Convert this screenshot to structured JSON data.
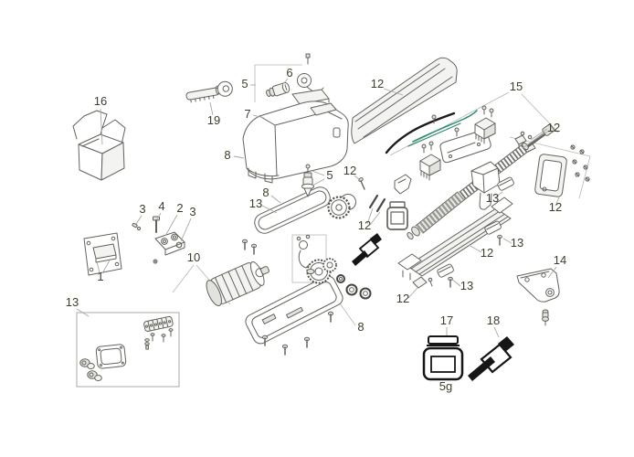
{
  "diagram": {
    "kind": "exploded-parts-diagram",
    "colors": {
      "background": "#ffffff",
      "line_art": "#63635c",
      "label_text": "#3e3e2d",
      "leader_line": "#a8a8a2",
      "dark_parts": "#161616",
      "wire_black": "#1c1c1c",
      "wire_green": "#2d8a73"
    },
    "callouts": [
      {
        "ref": "part-16-carton-box",
        "text": "16"
      },
      {
        "ref": "part-19-release-key",
        "text": "19"
      },
      {
        "ref": "part-5-lock-assembly",
        "text": "5"
      },
      {
        "ref": "part-6-lock-cylinder",
        "text": "6"
      },
      {
        "ref": "part-7-spring",
        "text": "7"
      },
      {
        "ref": "part-8-top-cover",
        "text": "8"
      },
      {
        "ref": "part-12-beam-cover",
        "text": "12"
      },
      {
        "ref": "part-15-switch-assembly",
        "text": "15"
      },
      {
        "ref": "part-12-mount-brackets",
        "text": "12"
      },
      {
        "ref": "part-12-screw",
        "text": "12"
      },
      {
        "ref": "part-5-release-pin",
        "text": "5"
      },
      {
        "ref": "part-8-gasket",
        "text": "8"
      },
      {
        "ref": "part-13-gasket",
        "text": "13"
      },
      {
        "ref": "part-12-pins",
        "text": "12"
      },
      {
        "ref": "part-13-shoe-top",
        "text": "13"
      },
      {
        "ref": "part-12-end-cap",
        "text": "12"
      },
      {
        "ref": "part-13-shoe-mid",
        "text": "13"
      },
      {
        "ref": "part-12-rail",
        "text": "12"
      },
      {
        "ref": "part-13-shoe-low",
        "text": "13"
      },
      {
        "ref": "part-12-rail-clamp",
        "text": "12"
      },
      {
        "ref": "part-14-bracket",
        "text": "14"
      },
      {
        "ref": "part-8-base-tray",
        "text": "8"
      },
      {
        "ref": "part-10-motor",
        "text": "10"
      },
      {
        "ref": "part-1-wall-plate",
        "text": "1"
      },
      {
        "ref": "part-3-pin-left",
        "text": "3"
      },
      {
        "ref": "part-4-bolt",
        "text": "4"
      },
      {
        "ref": "part-2-clevis",
        "text": "2"
      },
      {
        "ref": "part-3-ring-right",
        "text": "3"
      },
      {
        "ref": "part-13-accessory-box",
        "text": "13"
      },
      {
        "ref": "part-17-grease-jar",
        "text": "17"
      },
      {
        "ref": "part-18-grease-tube",
        "text": "18"
      },
      {
        "ref": "jar-weight",
        "text": "5g"
      }
    ]
  }
}
